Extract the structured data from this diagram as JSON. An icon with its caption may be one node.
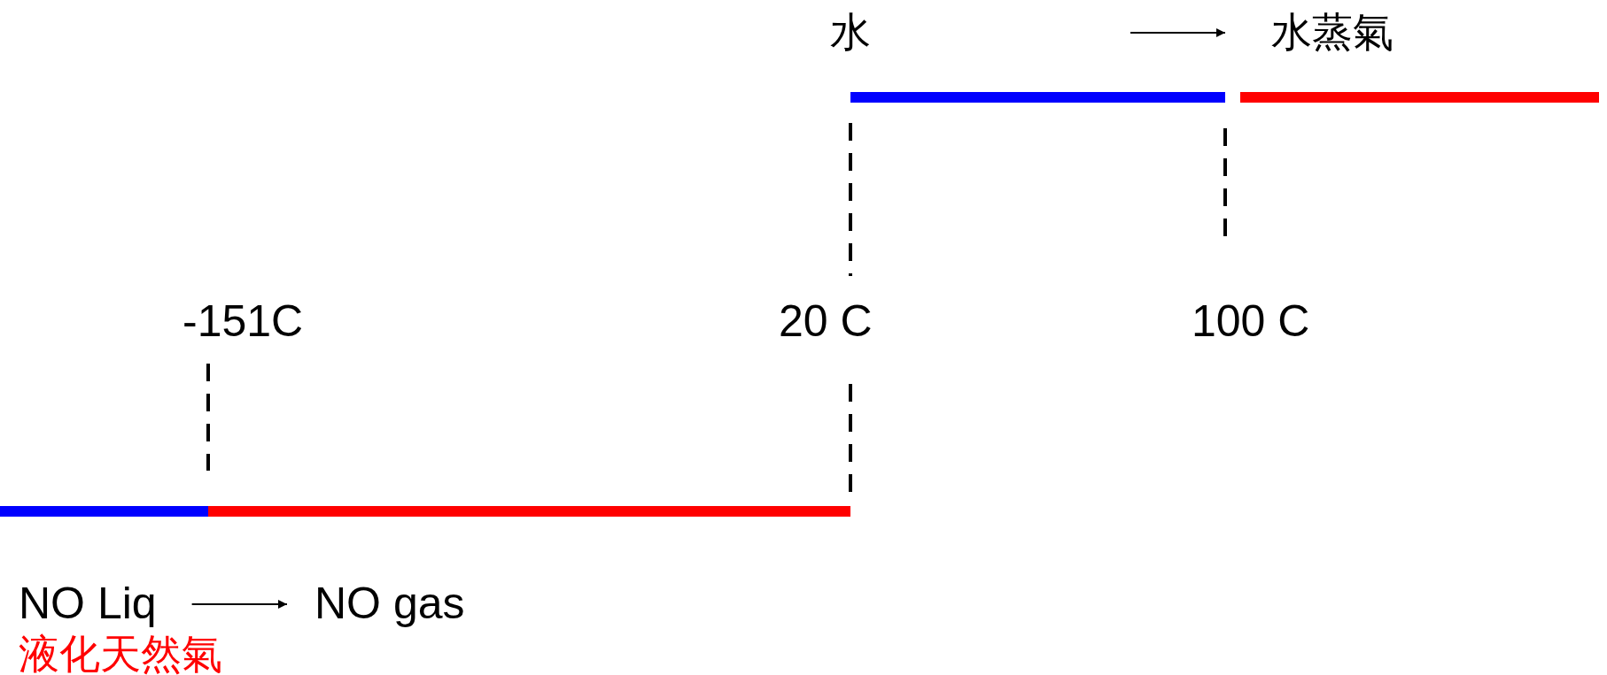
{
  "diagram": {
    "nodes": [
      {
        "text": [
          "水"
        ]
      },
      {
        "text": [
          "水蒸氣"
        ]
      },
      {
        "text": [
          "NO Liq"
        ]
      },
      {
        "text": [
          "NO gas"
        ]
      }
    ],
    "edges": [
      {
        "from": null,
        "to": 1,
        "arrow": "to"
      },
      {
        "from": 2,
        "to": 3,
        "arrow": "to"
      }
    ],
    "labels": [
      "-151C",
      "20 C",
      "100 C",
      "液化天然氣"
    ]
  }
}
